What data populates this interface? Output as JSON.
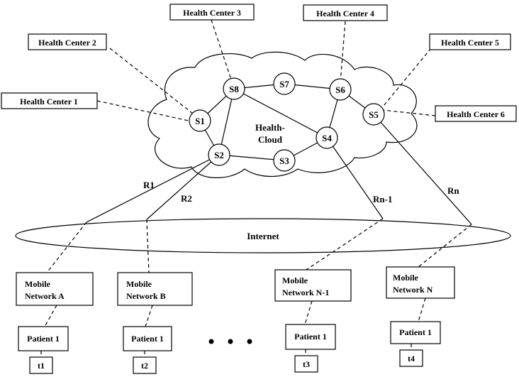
{
  "health_centers": [
    "Health Center 1",
    "Health Center 2",
    "Health Center 3",
    "Health Center 4",
    "Health Center 5",
    "Health Center 6"
  ],
  "servers": [
    "S1",
    "S2",
    "S3",
    "S4",
    "S5",
    "S6",
    "S7",
    "S8"
  ],
  "cloud_label_line1": "Health-",
  "cloud_label_line2": "Cloud",
  "internet_label": "Internet",
  "routes": [
    "R1",
    "R2",
    "Rn-1",
    "Rn"
  ],
  "networks": [
    {
      "line1": "Mobile",
      "line2": "Network A"
    },
    {
      "line1": "Mobile",
      "line2": "Network B"
    },
    {
      "line1": "Mobile",
      "line2": "Network N-1"
    },
    {
      "line1": "Mobile",
      "line2": "Network N"
    }
  ],
  "patients": [
    "Patient 1",
    "Patient 1",
    "Patient 1",
    "Patient 1"
  ],
  "times": [
    "t1",
    "t2",
    "t3",
    "t4"
  ]
}
